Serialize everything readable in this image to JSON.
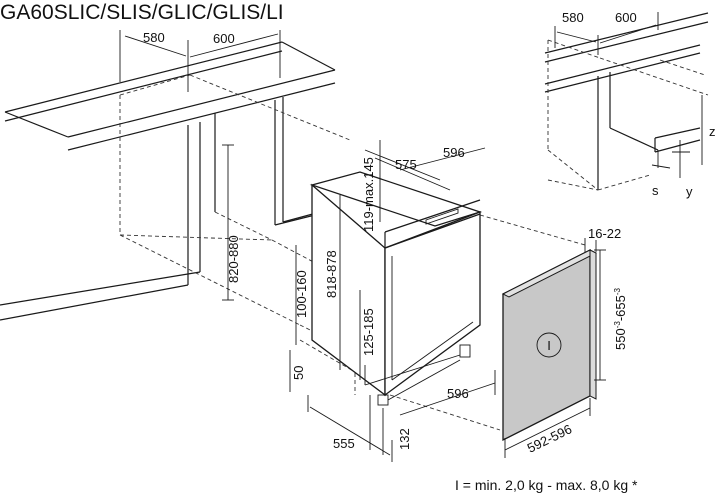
{
  "title": "GA60SLIC/SLIS/GLIC/GLIS/LI",
  "note": "I = min. 2,0 kg - max. 8,0 kg *",
  "panel_symbol": "I",
  "main_dims": {
    "cabinet_width_580": "580",
    "cabinet_width_600": "600",
    "height_820_880": "820-880",
    "plinth_100_160": "100-160",
    "plinth_50": "50",
    "depth_555": "555",
    "appliance_818_878": "818-878",
    "appliance_575": "575",
    "appliance_596_top": "596",
    "gap_119_145": "119-max.145",
    "foot_125_185": "125-185",
    "bottom_596": "596",
    "offset_132": "132",
    "panel_16_22": "16-22",
    "panel_height_base": "550",
    "panel_height_sup1": "-3",
    "panel_height_sep": "-",
    "panel_height_base2": "655",
    "panel_height_sup2": "-3",
    "panel_width": "592-596"
  },
  "detail_dims": {
    "width_580": "580",
    "width_600": "600",
    "z": "z",
    "s": "s",
    "y": "y"
  }
}
